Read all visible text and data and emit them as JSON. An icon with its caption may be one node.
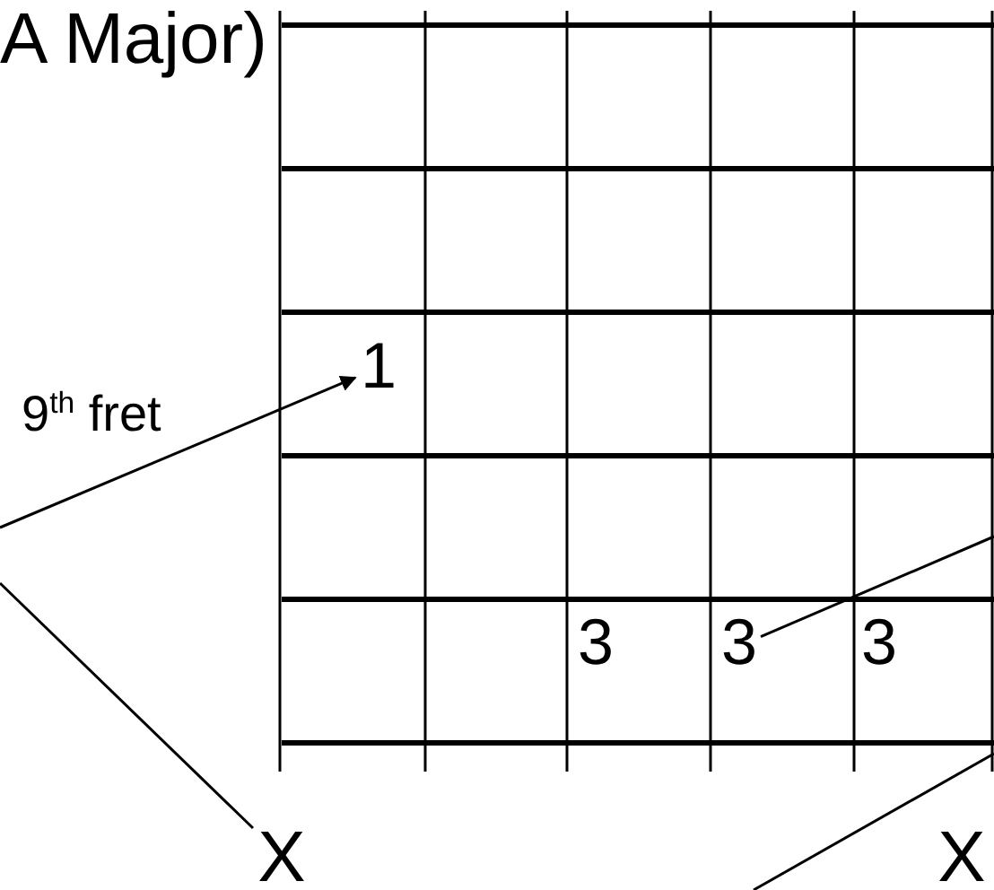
{
  "diagram": {
    "nodes": [
      {
        "text": [
          "1"
        ]
      },
      {
        "text": [
          "3"
        ]
      },
      {
        "text": [
          "3"
        ]
      },
      {
        "text": [
          "3"
        ]
      },
      {
        "text": [
          "X"
        ]
      },
      {
        "text": [
          "X"
        ]
      }
    ],
    "edges": [
      {
        "from": null,
        "to": 0,
        "arrow": "to"
      },
      {
        "from": null,
        "to": 4,
        "arrow": "none"
      },
      {
        "from": 2,
        "to": null,
        "arrow": "none"
      }
    ],
    "labels": [
      "A Major)",
      "9$^{th}$ fret"
    ]
  }
}
